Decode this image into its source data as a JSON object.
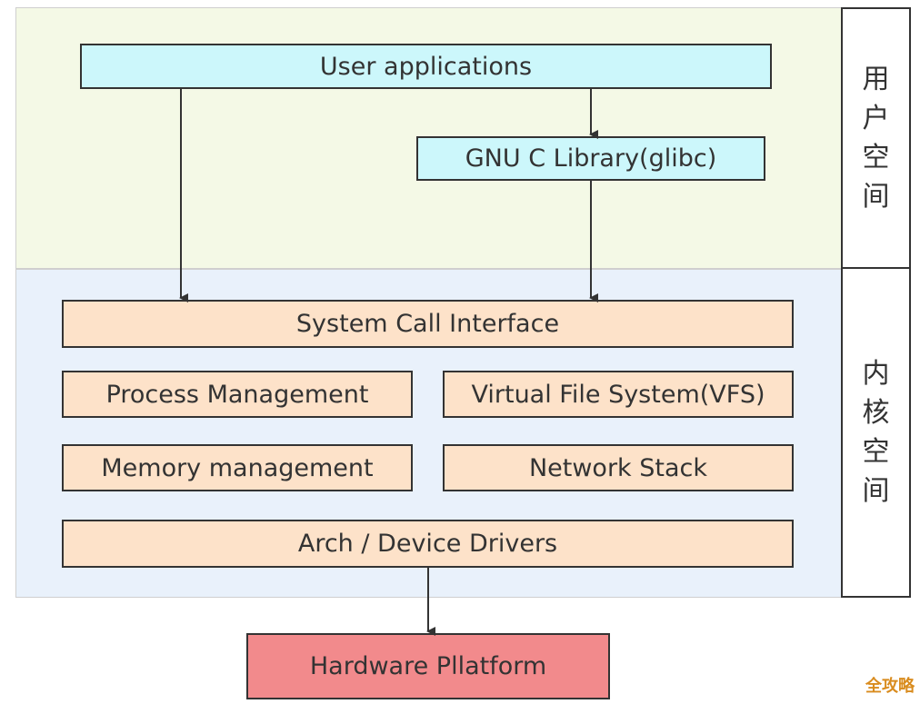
{
  "regions": {
    "user_space_label": "用户空间",
    "kernel_space_label": "内核空间"
  },
  "boxes": {
    "user_applications": "User applications",
    "glibc": "GNU C Library(glibc)",
    "system_call_interface": "System Call Interface",
    "process_management": "Process Management",
    "virtual_file_system": "Virtual File System(VFS)",
    "memory_management": "Memory management",
    "network_stack": "Network Stack",
    "arch_device_drivers": "Arch / Device Drivers",
    "hardware_platform": "Hardware Pllatform"
  },
  "watermark": "全攻略",
  "colors": {
    "user_space_bg": "#f4f9e6",
    "kernel_space_bg": "#e9f1fb",
    "cyan_box": "#ccf7fb",
    "peach_box": "#fde2c9",
    "hardware_box": "#f28a8c"
  }
}
